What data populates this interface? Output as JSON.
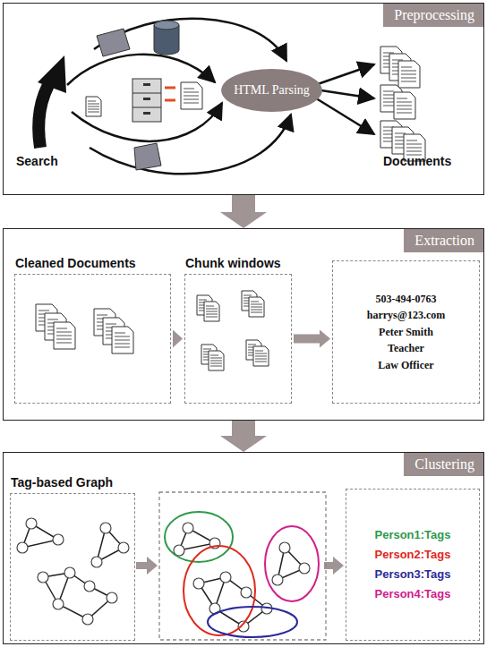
{
  "diagram": {
    "nodes": [
      {
        "text": [
          "Preprocessing"
        ]
      },
      {
        "text": [
          "HTML Parsing"
        ],
        "in": 0
      },
      {
        "text": [
          "Extraction"
        ]
      },
      {
        "text": [
          "Cleaned Documents"
        ],
        "in": 2
      },
      {
        "text": [
          "Chunk windows"
        ],
        "in": 2
      },
      {
        "text": [
          "503-494-0763",
          "harrys@123.com",
          "Peter Smith",
          "Teacher",
          "Law Officer"
        ],
        "in": 2
      },
      {
        "text": [
          "Clustering"
        ]
      },
      {
        "text": [
          "Tag-based Graph"
        ],
        "in": 6
      },
      {
        "text": [
          "Person1:Tags",
          "Person2:Tags",
          "Person3:Tags",
          "Person4:Tags"
        ],
        "in": 6
      }
    ],
    "edges": [
      {
        "from": 0,
        "to": 2,
        "arrow": "to"
      },
      {
        "from": 2,
        "to": 6,
        "arrow": "to"
      },
      {
        "from": 3,
        "to": 4,
        "arrow": "to"
      },
      {
        "from": 4,
        "to": 5,
        "arrow": "to"
      }
    ],
    "labels": [
      "Search",
      "Documents"
    ]
  }
}
